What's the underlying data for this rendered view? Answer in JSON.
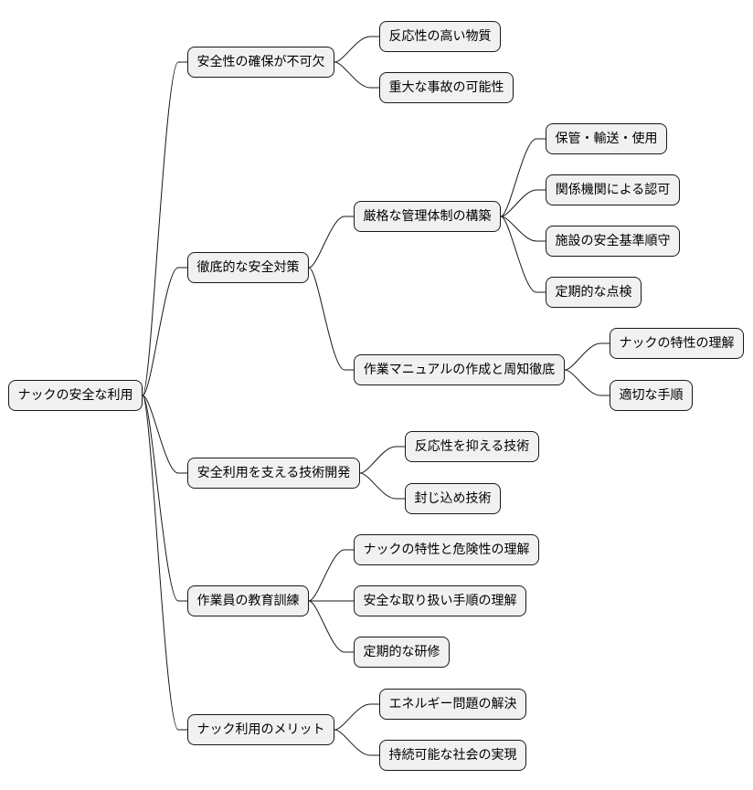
{
  "mindmap": {
    "root": "ナックの安全な利用",
    "branches": [
      {
        "label": "安全性の確保が不可欠",
        "children": [
          {
            "label": "反応性の高い物質"
          },
          {
            "label": "重大な事故の可能性"
          }
        ]
      },
      {
        "label": "徹底的な安全対策",
        "children": [
          {
            "label": "厳格な管理体制の構築",
            "children": [
              {
                "label": "保管・輸送・使用"
              },
              {
                "label": "関係機関による認可"
              },
              {
                "label": "施設の安全基準順守"
              },
              {
                "label": "定期的な点検"
              }
            ]
          },
          {
            "label": "作業マニュアルの作成と周知徹底",
            "children": [
              {
                "label": "ナックの特性の理解"
              },
              {
                "label": "適切な手順"
              }
            ]
          }
        ]
      },
      {
        "label": "安全利用を支える技術開発",
        "children": [
          {
            "label": "反応性を抑える技術"
          },
          {
            "label": "封じ込め技術"
          }
        ]
      },
      {
        "label": "作業員の教育訓練",
        "children": [
          {
            "label": "ナックの特性と危険性の理解"
          },
          {
            "label": "安全な取り扱い手順の理解"
          },
          {
            "label": "定期的な研修"
          }
        ]
      },
      {
        "label": "ナック利用のメリット",
        "children": [
          {
            "label": "エネルギー問題の解決"
          },
          {
            "label": "持続可能な社会の実現"
          }
        ]
      }
    ]
  }
}
